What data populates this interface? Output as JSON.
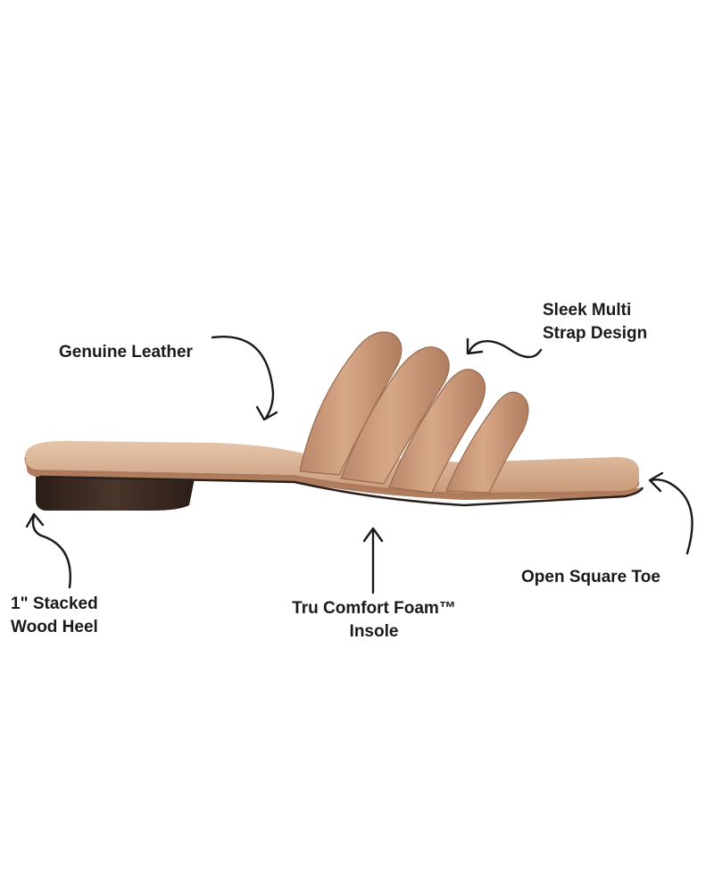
{
  "callouts": {
    "genuine_leather": "Genuine Leather",
    "strap_line1": "Sleek Multi",
    "strap_line2": "Strap Design",
    "heel_line1": "1\" Stacked",
    "heel_line2": "Wood Heel",
    "foam_line1": "Tru Comfort Foam™",
    "foam_line2": "Insole",
    "toe": "Open Square Toe"
  },
  "colors": {
    "leather": "#c99a78",
    "leather_dark": "#a87657",
    "leather_light": "#e2bd9e",
    "insole": "#d6ad8c",
    "heel": "#3a2a22",
    "sole_line": "#2b211c",
    "text": "#1a1a1a"
  }
}
